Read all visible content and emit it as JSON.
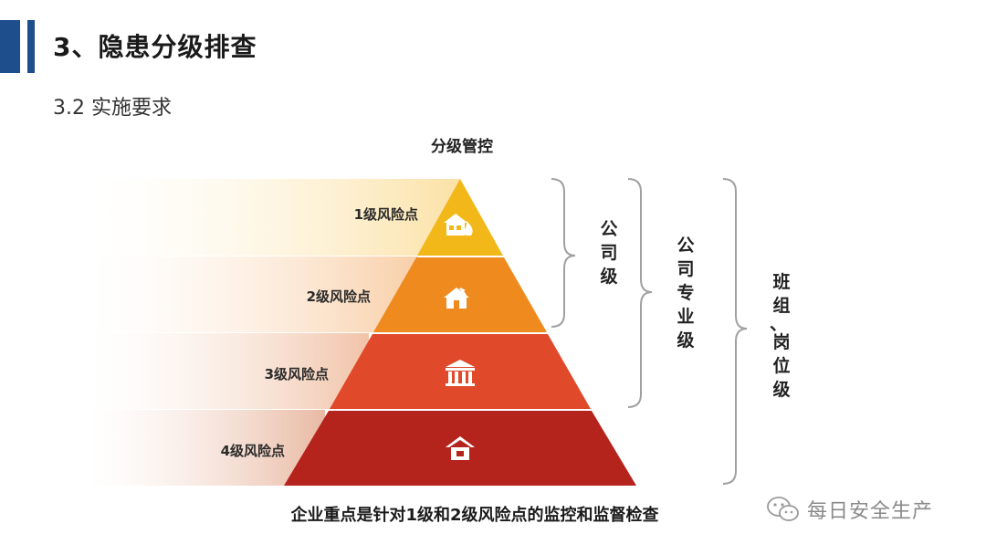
{
  "header": {
    "title": "3、隐患分级排查",
    "subtitle": "3.2  实施要求"
  },
  "diagram": {
    "title": "分级管控",
    "levels": [
      {
        "label": "1级风险点",
        "color": "#f2b81a",
        "icon": "house-fire-icon"
      },
      {
        "label": "2级风险点",
        "color": "#ef8a1e",
        "icon": "house-roof-damage-icon"
      },
      {
        "label": "3级风险点",
        "color": "#e0492a",
        "icon": "factory-building-icon"
      },
      {
        "label": "4级风险点",
        "color": "#b5231d",
        "icon": "house-icon"
      }
    ],
    "brackets": [
      {
        "label": "公司级",
        "covers_levels": [
          1,
          2
        ]
      },
      {
        "label": "公司专业级",
        "covers_levels": [
          1,
          2,
          3
        ]
      },
      {
        "label": "班组、岗位级",
        "covers_levels": [
          1,
          2,
          3,
          4
        ]
      }
    ],
    "caption": "企业重点是针对1级和2级风险点的监控和监督检查"
  },
  "watermark": {
    "text": "每日安全生产",
    "icon": "wechat-icon"
  }
}
